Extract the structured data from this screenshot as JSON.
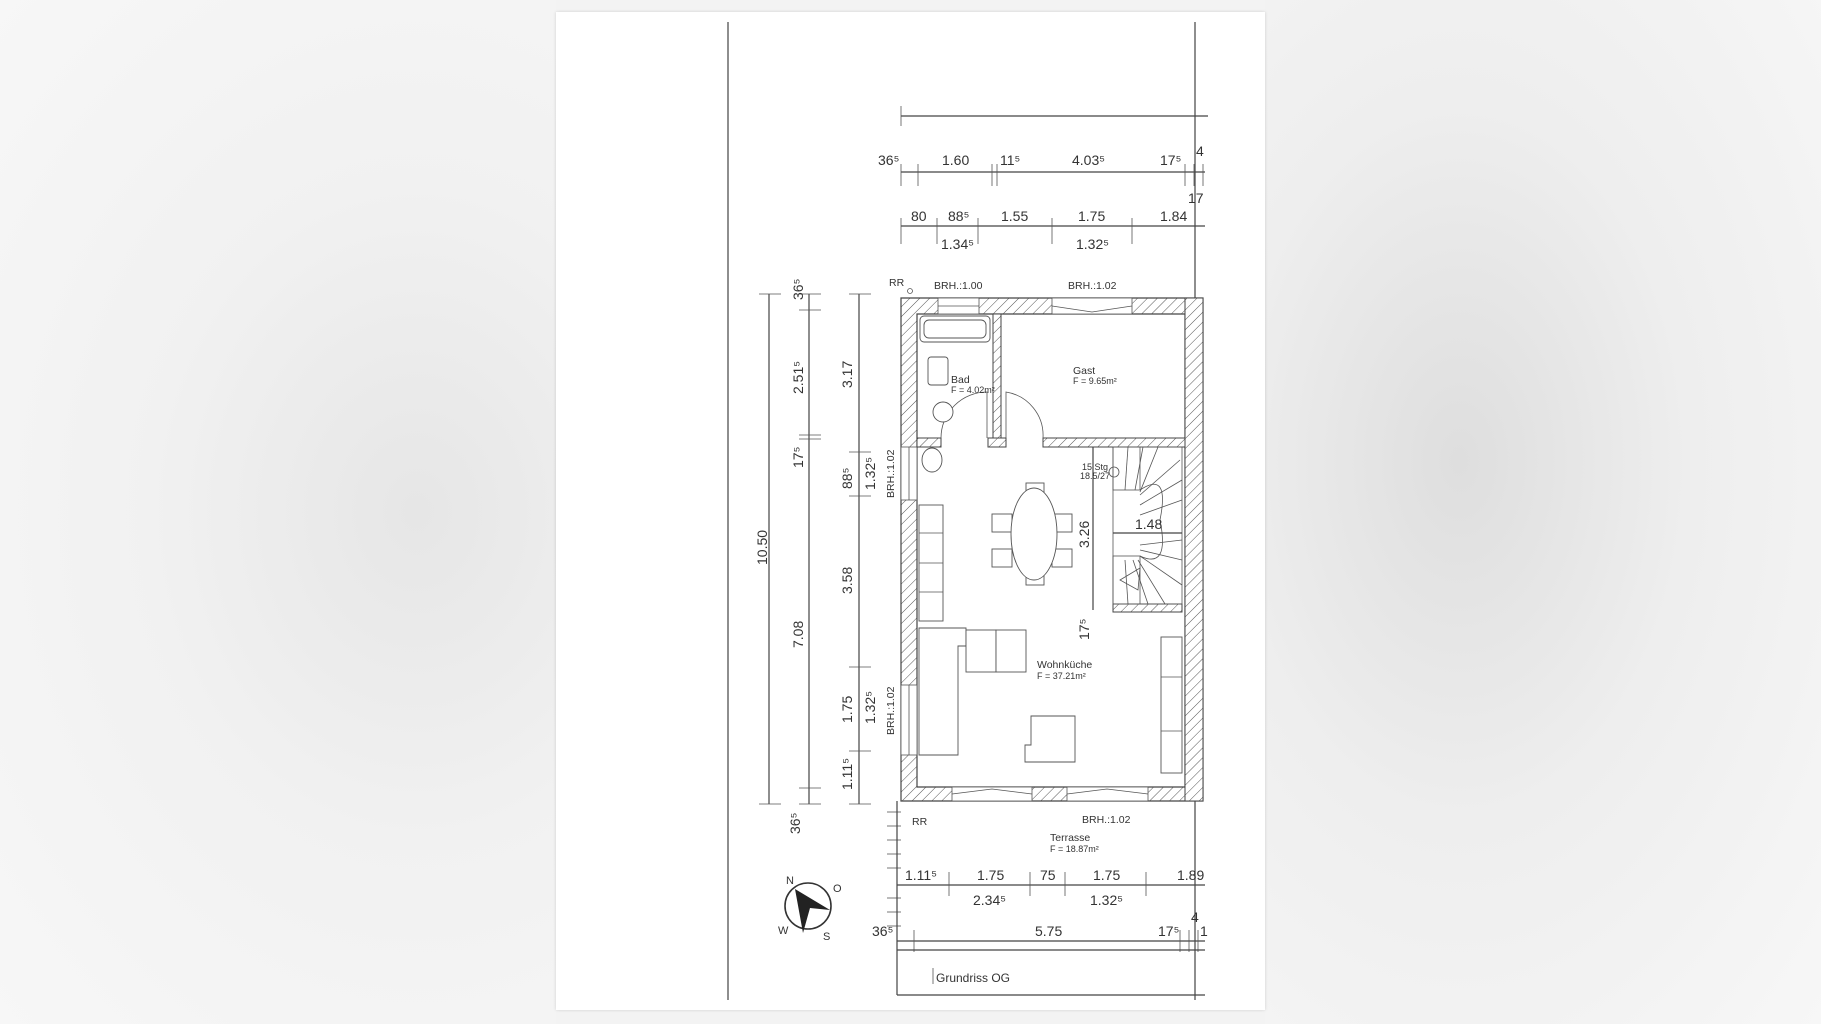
{
  "plan": {
    "title": "Grundriss OG",
    "rooms": {
      "bad": {
        "name": "Bad",
        "area": "F = 4.02m²"
      },
      "gast": {
        "name": "Gast",
        "area": "F = 9.65m²"
      },
      "wohnkueche": {
        "name": "Wohnküche",
        "area": "F = 37.21m²"
      },
      "terrasse": {
        "name": "Terrasse",
        "area": "F = 18.87m²"
      }
    },
    "stairs": {
      "steps": "15 Stg",
      "ratio": "18.5/27",
      "width": "1.48",
      "length": "3.26",
      "gap": "17⁵"
    },
    "markers": {
      "rr_top": "RR",
      "rr_bottom": "RR"
    },
    "sill_heights": {
      "top_bad": "BRH.:1.00",
      "top_gast": "BRH.:1.02",
      "left_upper": "BRH.:1.02",
      "left_lower": "BRH.:1.02",
      "bottom": "BRH.:1.02"
    },
    "dims_top_row1": [
      "36⁵",
      "1.60",
      "11⁵",
      "4.03⁵",
      "17⁵",
      "4",
      "17"
    ],
    "dims_top_row2_above": [
      "80",
      "88⁵",
      "1.55",
      "1.75",
      "1.84"
    ],
    "dims_top_row2_below": [
      "1.34⁵",
      "1.32⁵"
    ],
    "dims_left_outer": [
      "10.50"
    ],
    "dims_left_mid": [
      "36⁵",
      "2.51⁵",
      "17⁵",
      "7.08",
      "36⁵"
    ],
    "dims_left_inner": [
      "3.17",
      "88⁵",
      "3.58",
      "1.75",
      "1.11⁵"
    ],
    "dims_left_inner_below": [
      "1.32⁵",
      "1.32⁵"
    ],
    "dims_bottom_row1_above": [
      "1.11⁵",
      "1.75",
      "75",
      "1.75",
      "1.89"
    ],
    "dims_bottom_row1_below": [
      "2.34⁵",
      "1.32⁵"
    ],
    "dims_bottom_row2": [
      "36⁵",
      "5.75",
      "17⁵",
      "4",
      "1"
    ],
    "compass": {
      "n": "N",
      "o": "O",
      "s": "S",
      "w": "W"
    }
  },
  "colors": {
    "line": "#444444",
    "paper": "#ffffff",
    "background": "#f3f3f3"
  }
}
